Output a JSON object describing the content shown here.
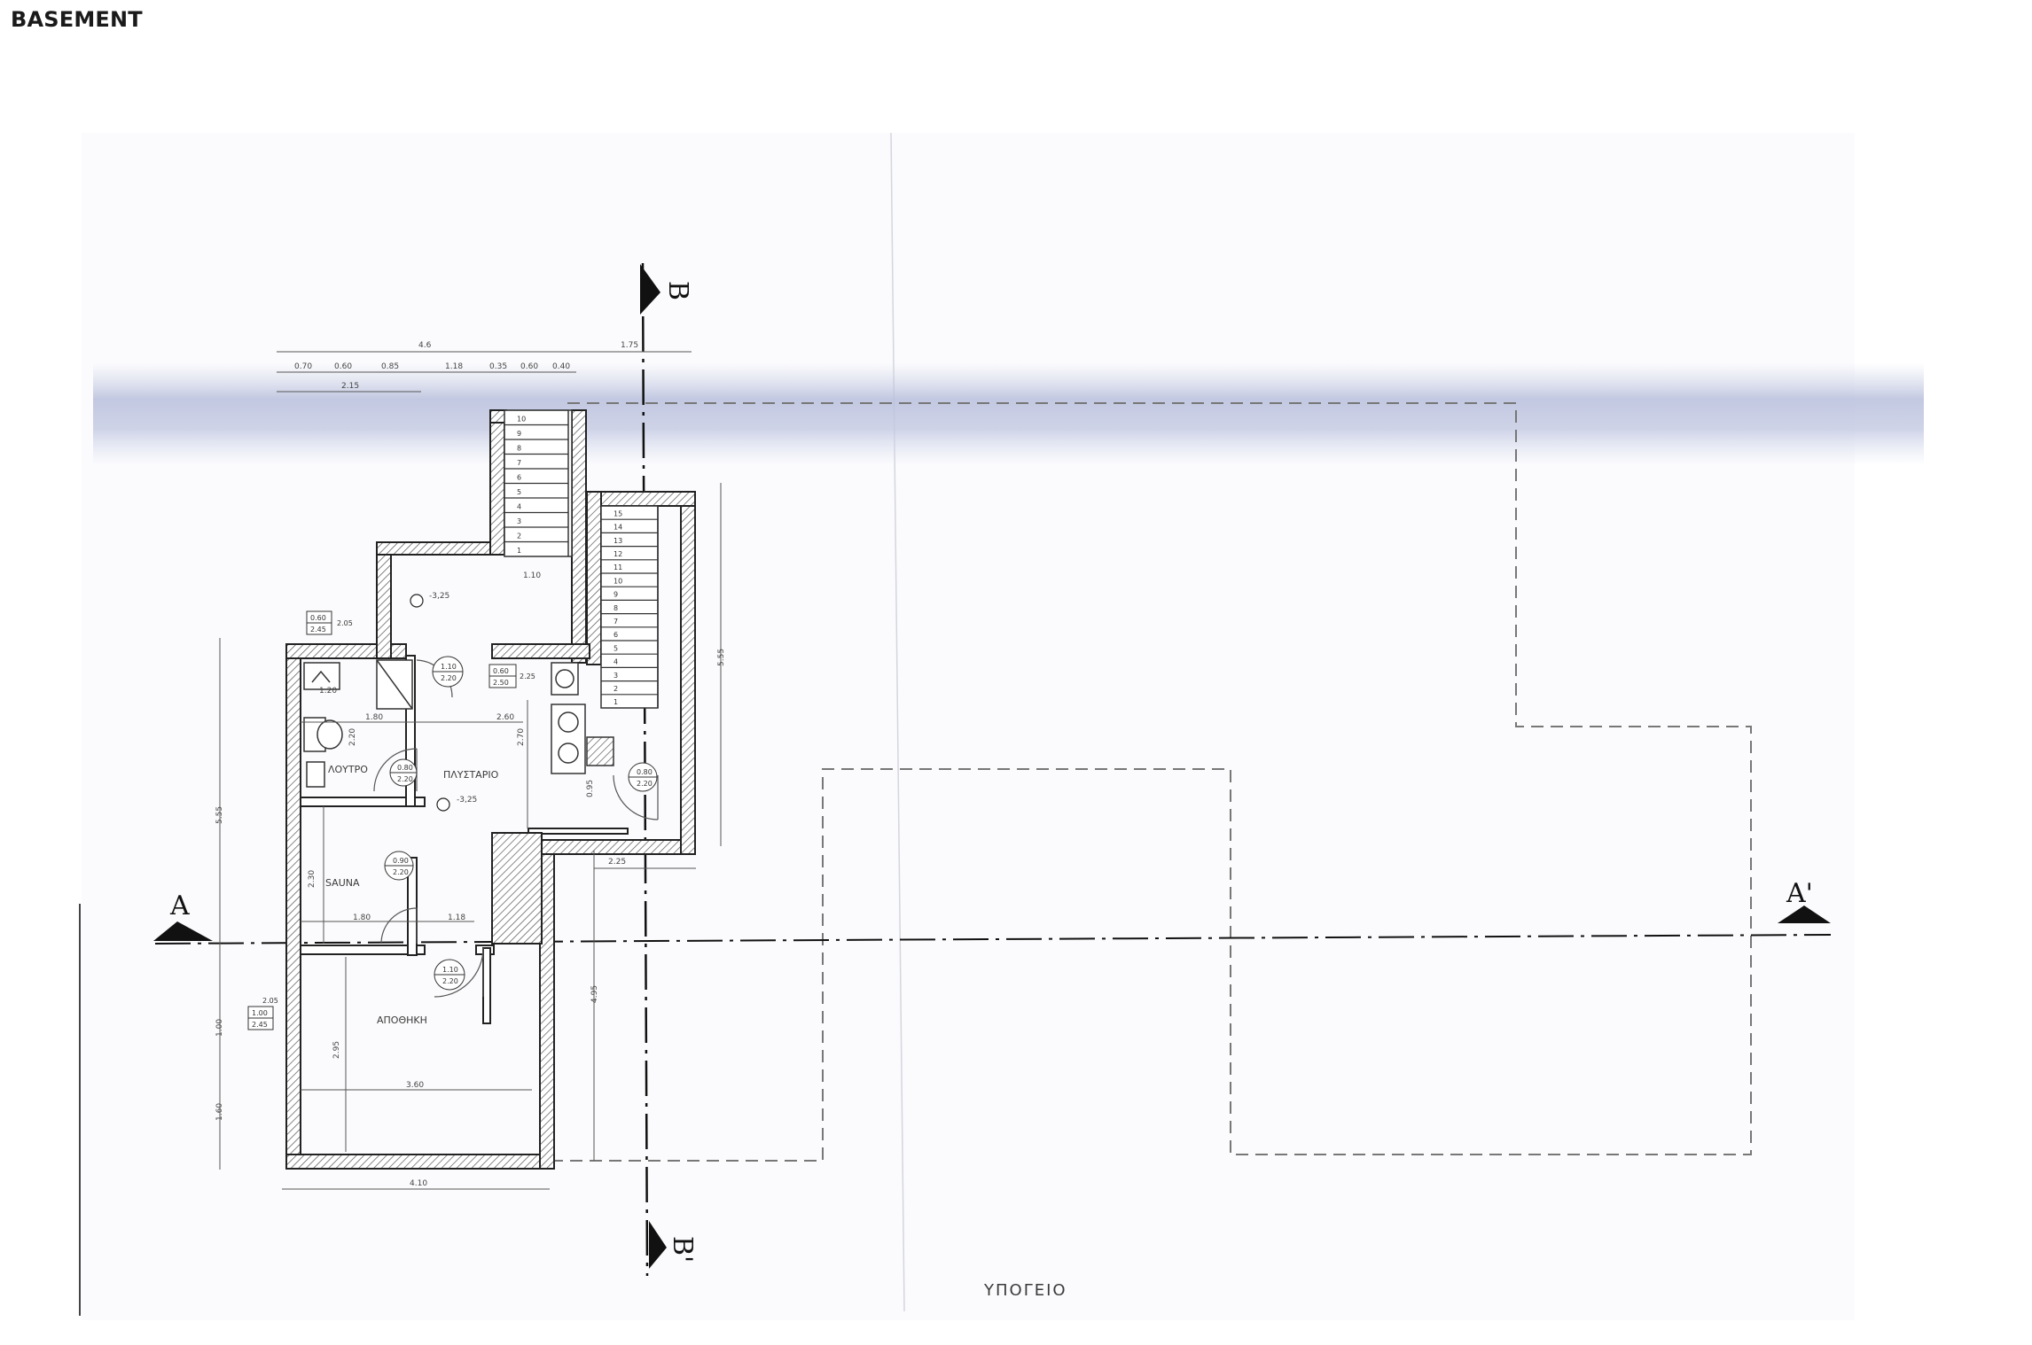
{
  "header": {
    "title": "BASEMENT"
  },
  "plan": {
    "caption": "ΥΠΟΓΕΙΟ",
    "rooms": {
      "bathroom": "ΛΟΥΤΡΟ",
      "scullery": "ΠΛΥΣΤΑΡΙΟ",
      "sauna": "SAUNA",
      "storage": "ΑΠΟΘΗΚΗ"
    },
    "section_marks": {
      "a": "A",
      "a_prime": "A'",
      "b": "B",
      "b_prime": "B'"
    },
    "levels": {
      "upper": "-3,25",
      "lower": "-3,25"
    },
    "dimensions": {
      "top_total": "4.6",
      "top_right": "1.75",
      "top_seg1": "0.70",
      "top_seg2": "0.60",
      "top_seg3": "0.85",
      "top_seg4": "1.18",
      "top_seg5": "0.35",
      "top_seg6": "0.60",
      "top_seg7": "0.40",
      "top_sub": "2.15",
      "stair_landing": "1.10",
      "wall_left_top": "1.20",
      "bath_width": "1.80",
      "scullery_width": "2.60",
      "bath_depth": "2.20",
      "scullery_depth": "2.70",
      "sauna_width": "1.80",
      "sauna_door_offset": "1.18",
      "sauna_depth": "2.30",
      "storage_width": "3.60",
      "storage_depth": "2.95",
      "storage_depth_right": "4.95",
      "right_ext": "2.25",
      "right_height": "5.55",
      "left_height": "5.55",
      "left_low1": "1.00",
      "left_low2": "1.60",
      "bottom_width": "4.10",
      "scullery_inner": "0.95"
    },
    "tags": {
      "window_a_top": "0.60",
      "window_a_bottom": "2.45",
      "window_a_side": "2.05",
      "door_b_top": "1.10",
      "door_b_bottom": "2.20",
      "window_c_top": "0.60",
      "window_c_bottom": "2.50",
      "window_c_side": "2.25",
      "door_d_top": "0.80",
      "door_d_bottom": "2.20",
      "door_e_top": "0.80",
      "door_e_bottom": "2.20",
      "door_f_top": "0.90",
      "door_f_bottom": "2.20",
      "door_g_top": "1.10",
      "door_g_bottom": "2.20",
      "window_h_top": "1.00",
      "window_h_bottom": "2.45",
      "window_h_side": "2.05"
    },
    "stair_left_steps": [
      "10",
      "9",
      "8",
      "7",
      "6",
      "5",
      "4",
      "3",
      "2",
      "1"
    ],
    "stair_right_steps": [
      "15",
      "14",
      "13",
      "12",
      "11",
      "10",
      "9",
      "8",
      "7",
      "6",
      "5",
      "4",
      "3",
      "2",
      "1"
    ]
  }
}
